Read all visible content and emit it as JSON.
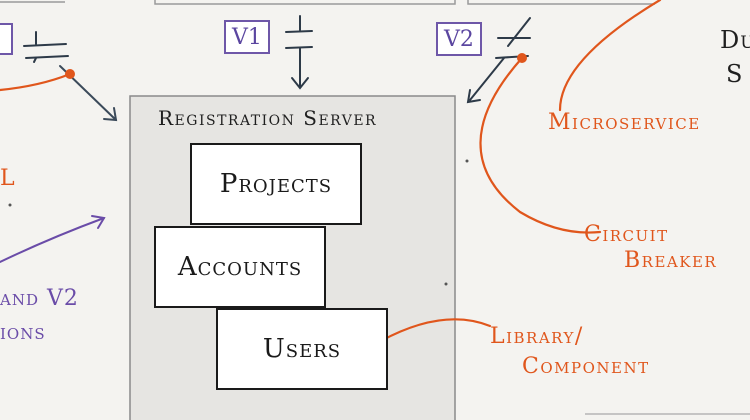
{
  "diagram": {
    "server_label": "Registration Server",
    "boxes": {
      "projects": "Projects",
      "accounts": "Accounts",
      "users": "Users"
    },
    "versions": {
      "v1": "V1",
      "v2": "V2"
    },
    "annotations": {
      "microservice": "Microservice",
      "circuit_breaker_line1": "Circuit",
      "circuit_breaker_line2": "Breaker",
      "library_line1": "Library/",
      "library_line2": "Component",
      "versions_line1": "and V2",
      "versions_line2": "ions",
      "partial_orange": "L",
      "partial_top_right_1": "Du",
      "partial_top_right_2": "S"
    },
    "colors": {
      "background": "#f4f3f0",
      "server_fill": "#e6e5e2",
      "ink": "#1a1a1a",
      "arrow": "#3b4a5a",
      "orange": "#e0561c",
      "purple": "#6a4ca8"
    }
  }
}
